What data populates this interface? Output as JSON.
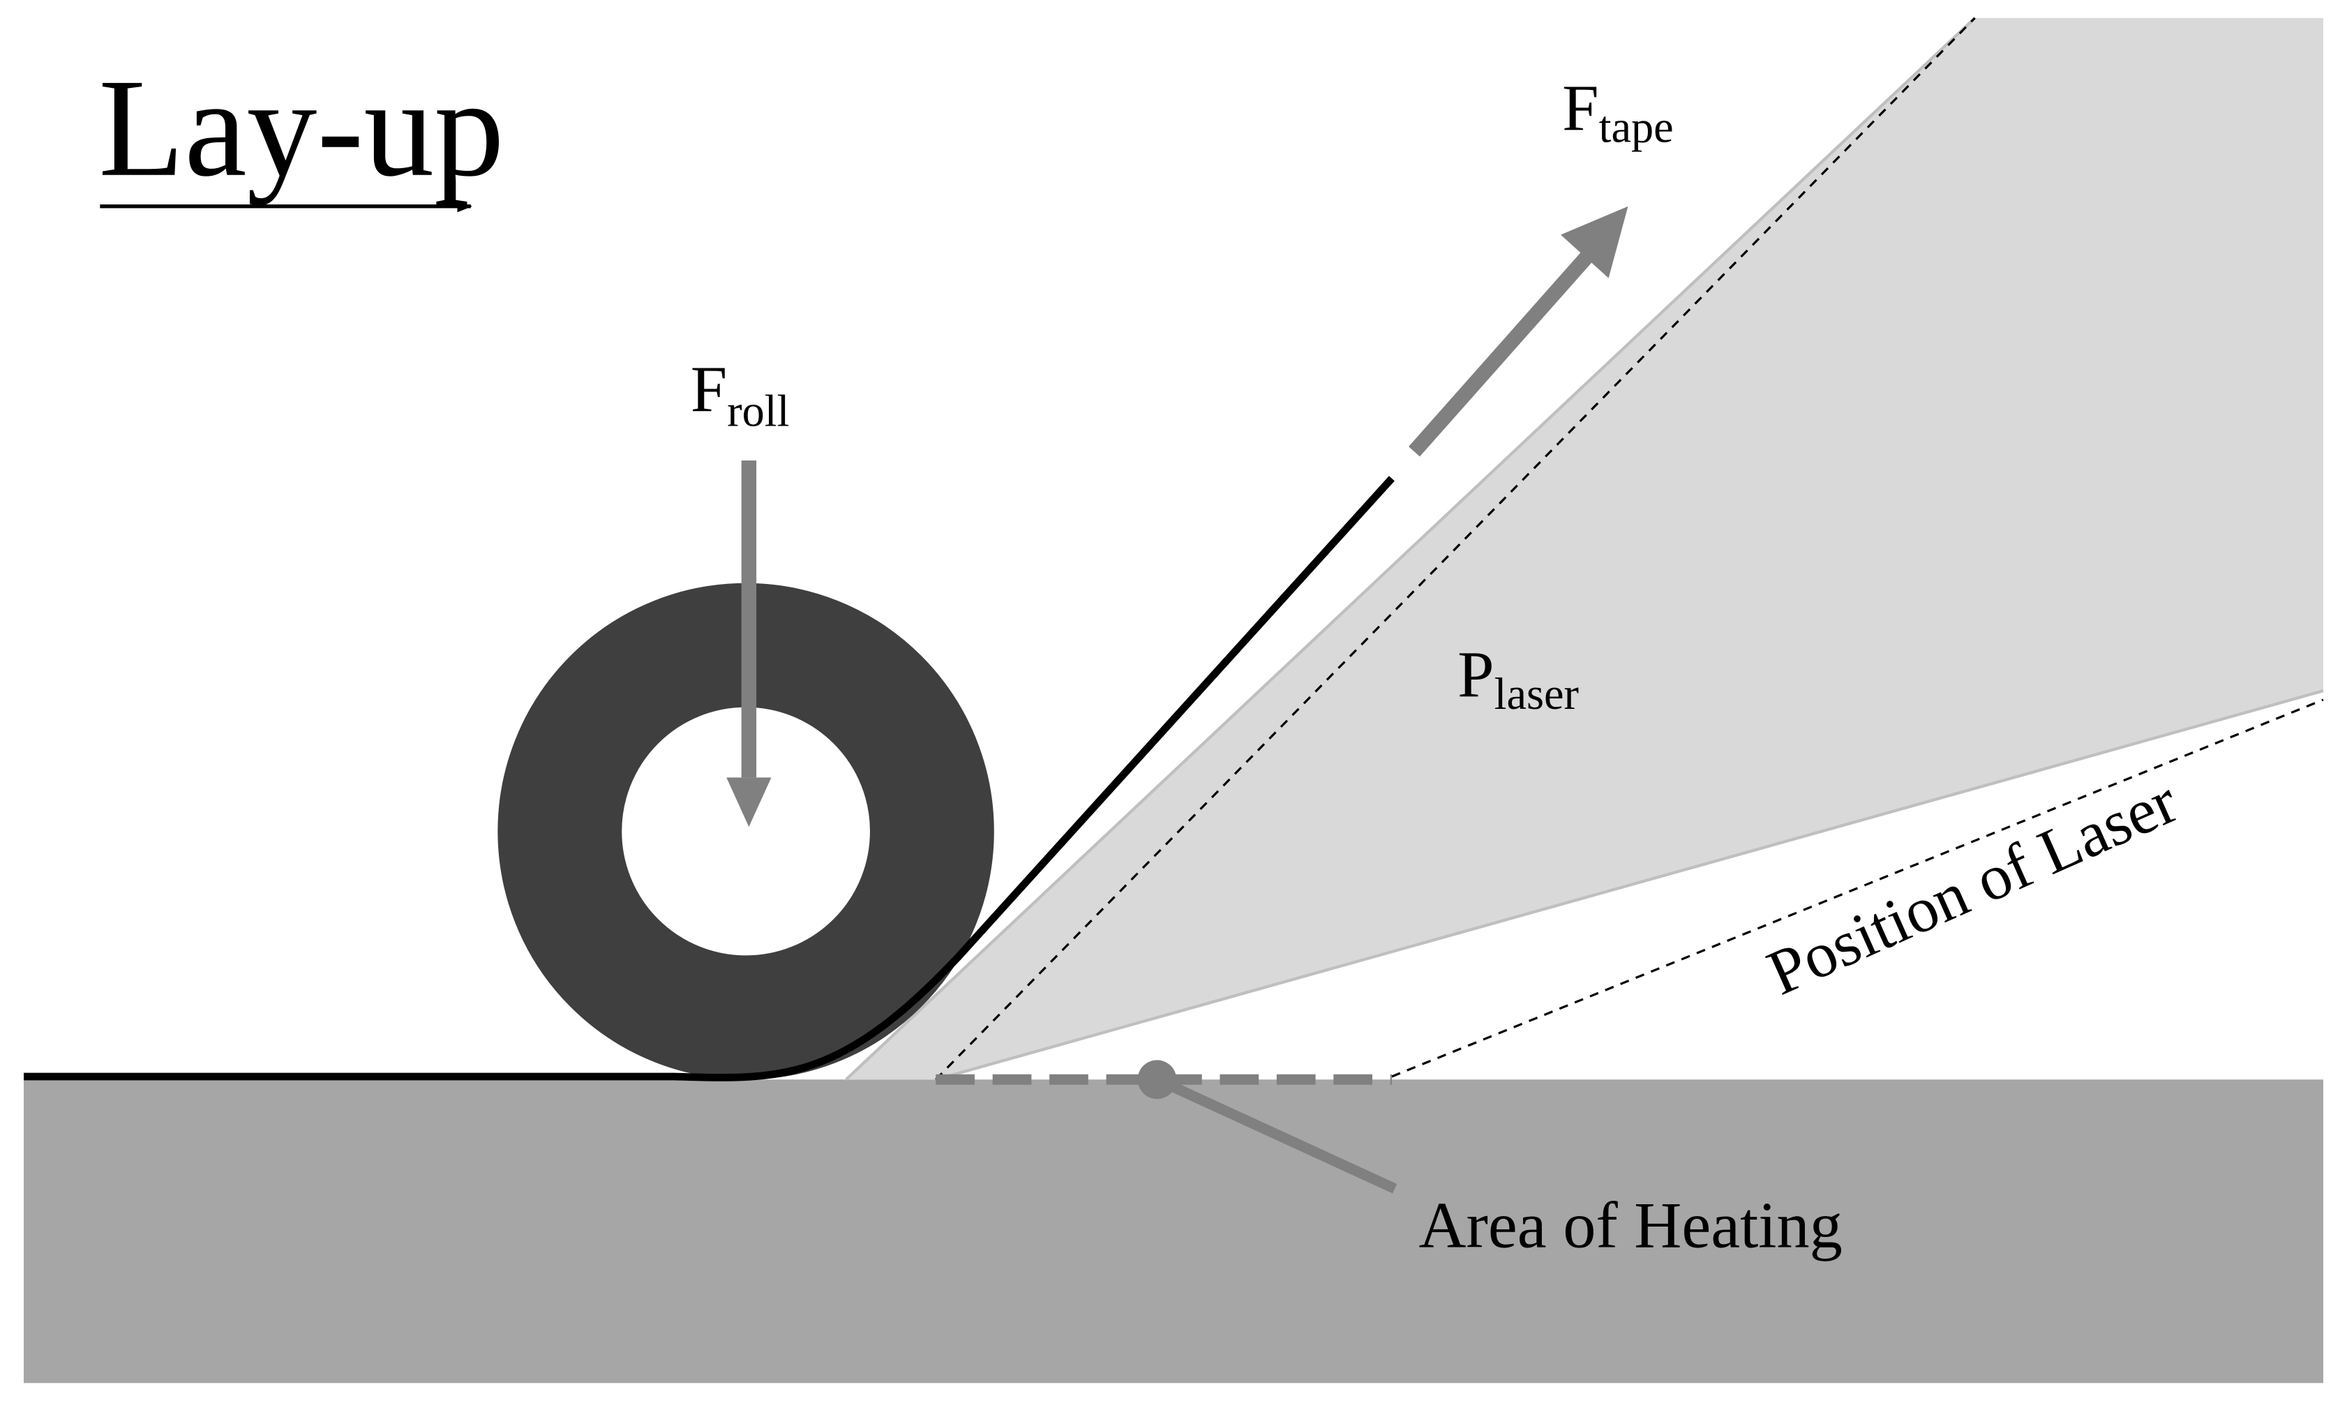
{
  "labels": {
    "layup": "Lay-up",
    "f_tape_main": "F",
    "f_tape_sub": "tape",
    "f_roll_main": "F",
    "f_roll_sub": "roll",
    "p_laser_main": "P",
    "p_laser_sub": "laser",
    "position_of_laser": "Position of Laser",
    "area_of_heating": "Area of Heating"
  },
  "colors": {
    "substrate": "#a6a6a6",
    "roller": "#3f3f3f",
    "laser_beam": "#d9d9d9",
    "force_arrow": "#808080",
    "heating_marker": "#808080",
    "tape": "#000000"
  }
}
